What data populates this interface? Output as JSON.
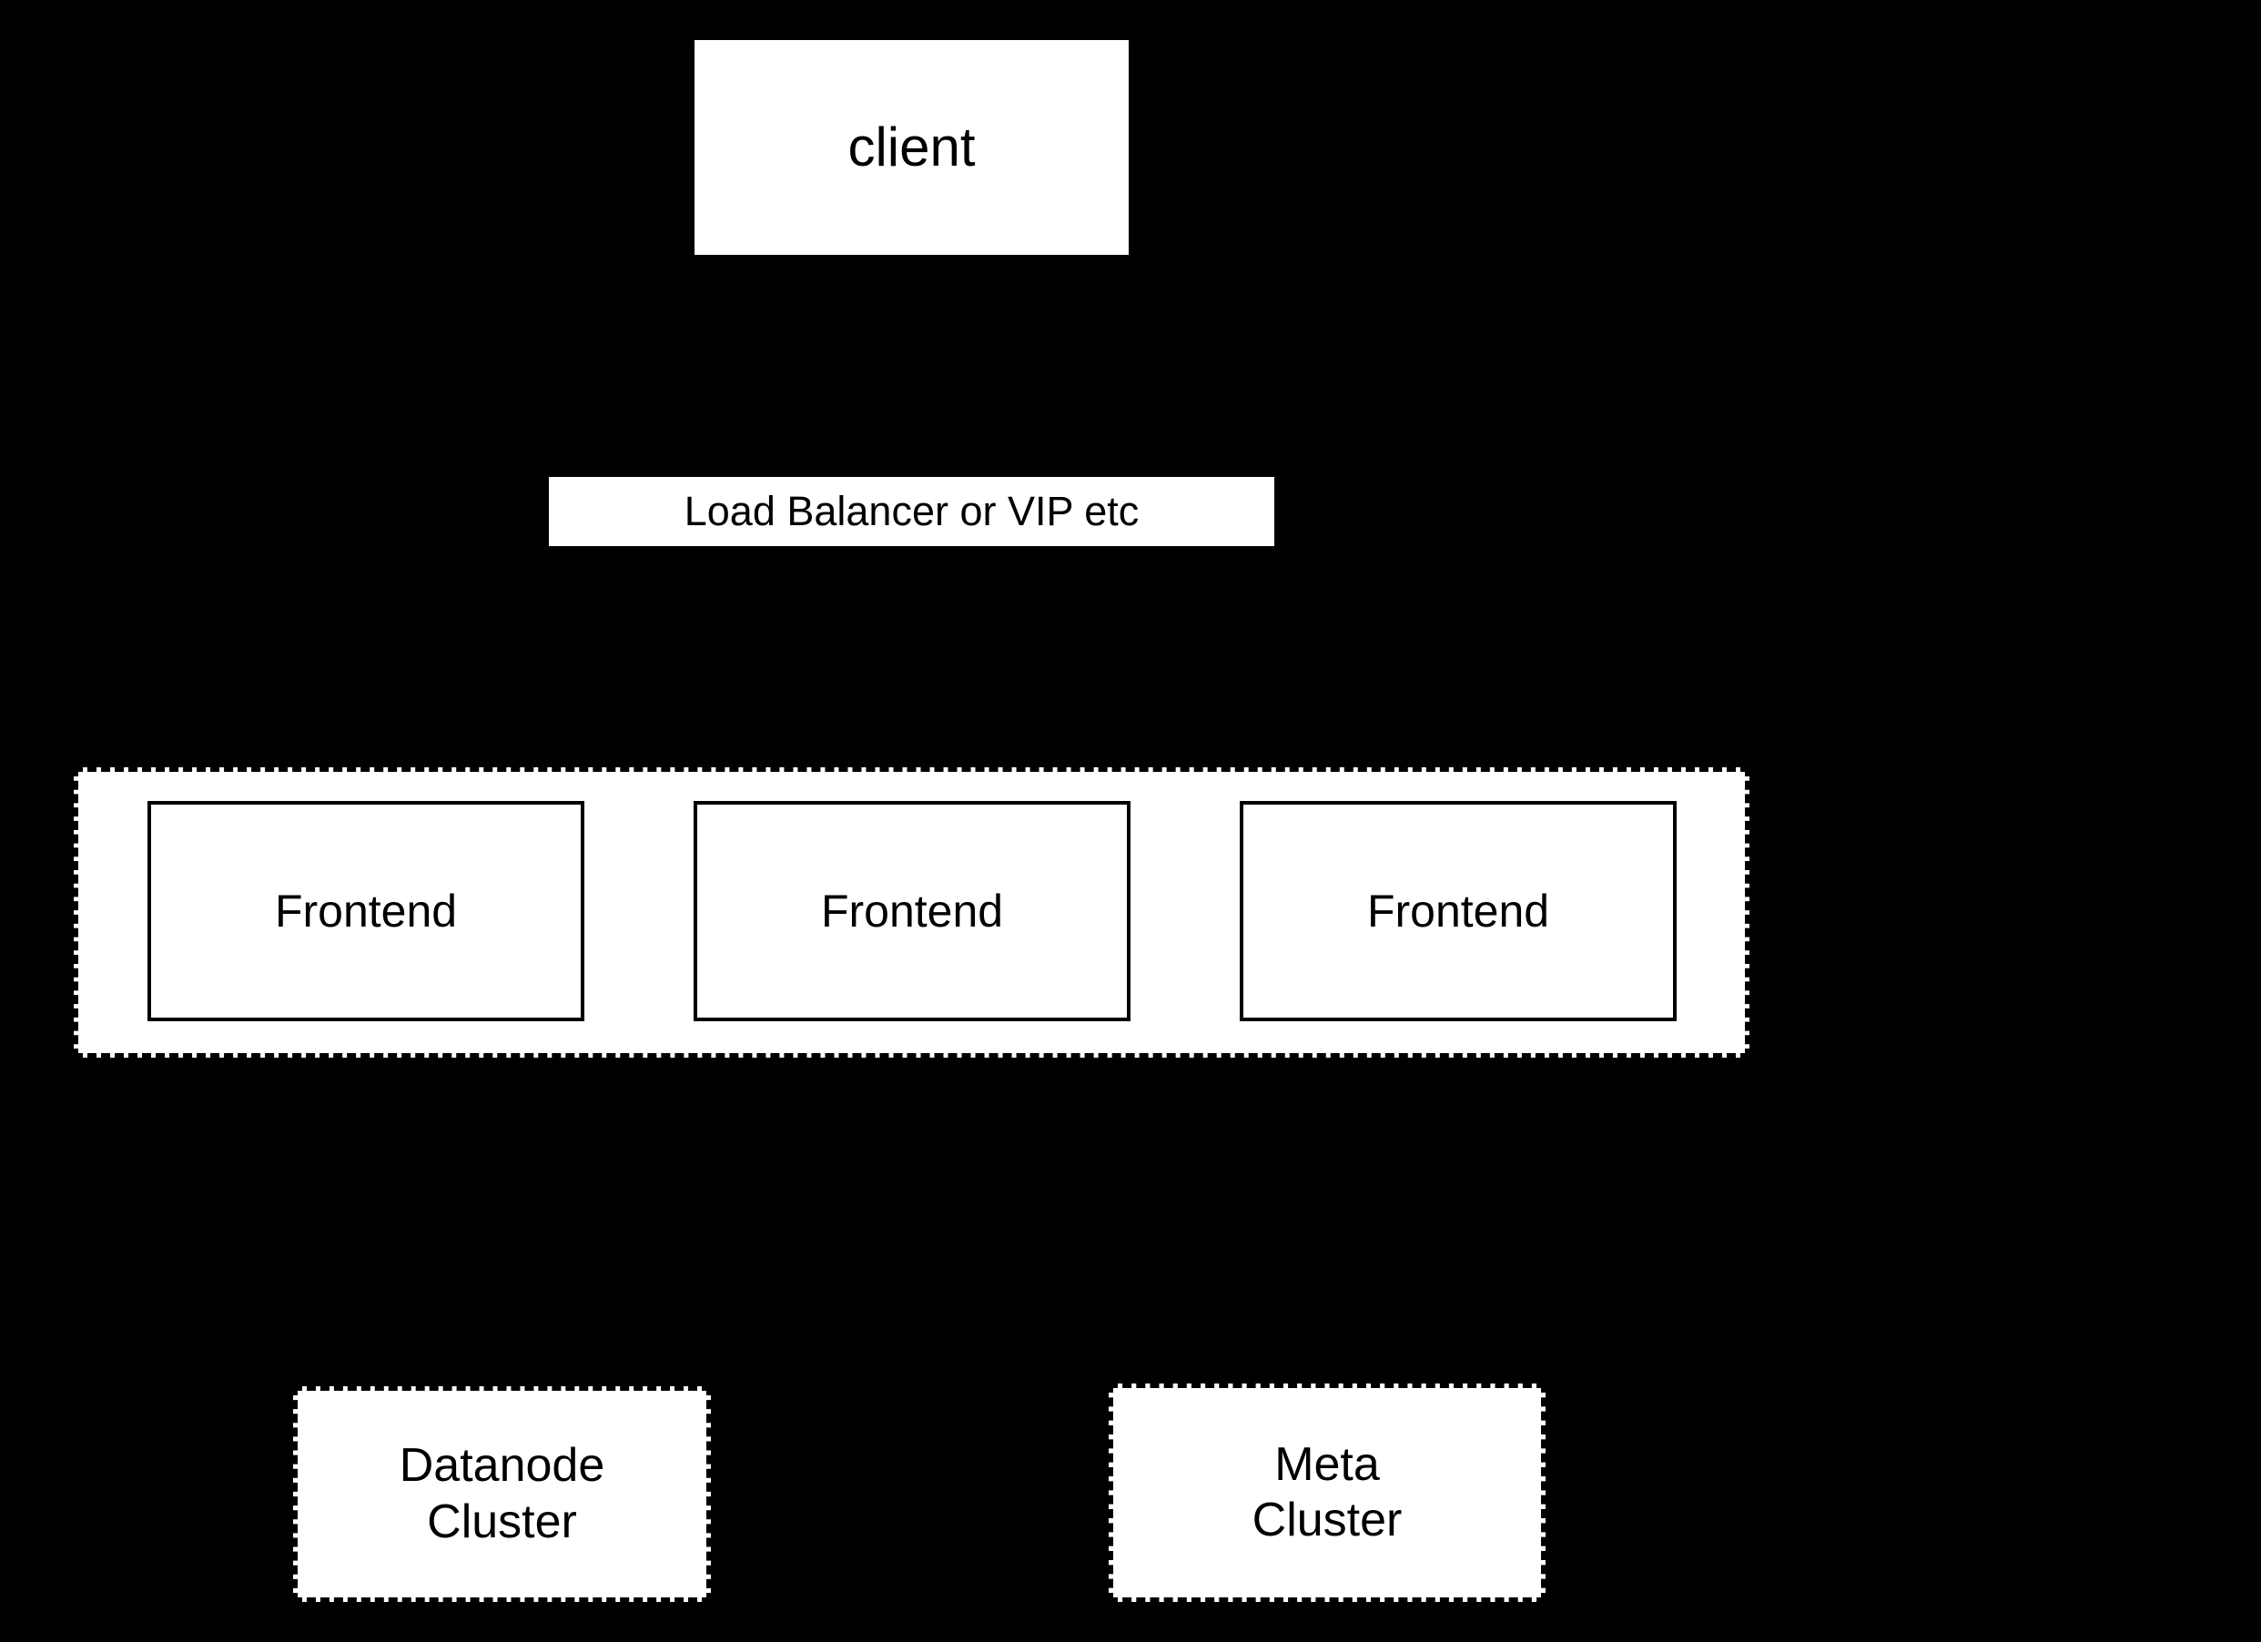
{
  "diagram": {
    "background_color": "#000000",
    "node_fill_color": "#ffffff",
    "node_stroke_color": "#000000",
    "nodes": {
      "client": {
        "label": "client",
        "border_style": "solid"
      },
      "load_balancer": {
        "label": "Load Balancer or VIP etc",
        "border_style": "solid"
      },
      "frontend_group": {
        "label": "",
        "border_style": "dashed"
      },
      "frontends": [
        {
          "label": "Frontend",
          "border_style": "solid"
        },
        {
          "label": "Frontend",
          "border_style": "solid"
        },
        {
          "label": "Frontend",
          "border_style": "solid"
        }
      ],
      "datanode_cluster": {
        "label": "Datanode\nCluster",
        "border_style": "dashed"
      },
      "meta_cluster": {
        "label": "Meta\nCluster",
        "border_style": "dashed"
      }
    }
  }
}
